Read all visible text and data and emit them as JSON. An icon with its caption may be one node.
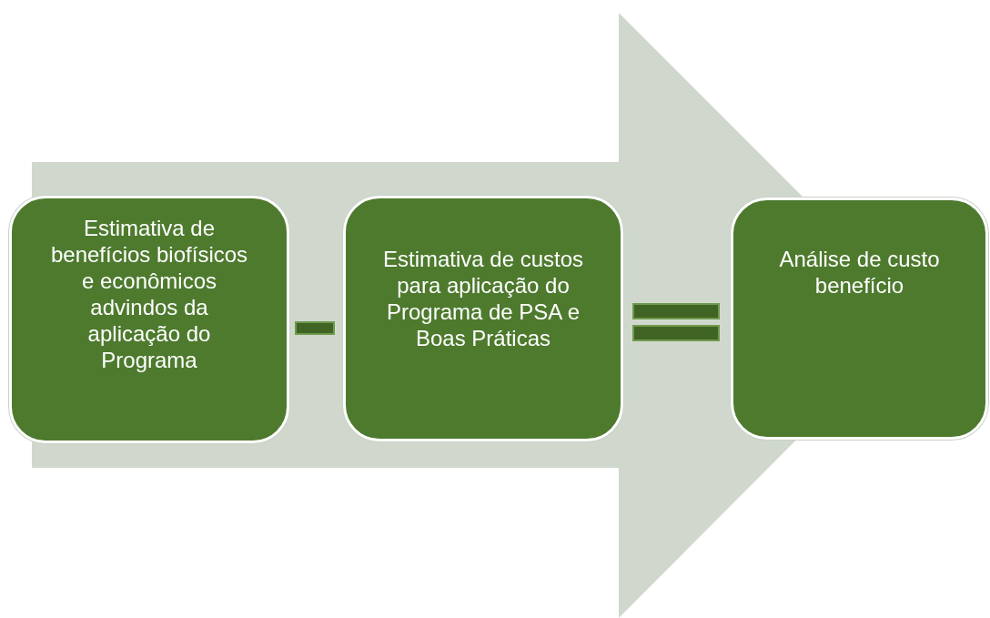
{
  "diagram": {
    "nodes": [
      {
        "text": [
          "Estimativa de benefícios biofísicos e econômicos advindos da aplicação do Programa"
        ]
      },
      {
        "text": [
          "Estimativa de custos para aplicação do Programa de PSA e Boas Práticas"
        ]
      },
      {
        "text": [
          "Análise de custo benefício"
        ]
      }
    ],
    "edges": [
      {
        "from": 0,
        "to": 2,
        "arrow": "to",
        "style": "thick"
      }
    ]
  }
}
